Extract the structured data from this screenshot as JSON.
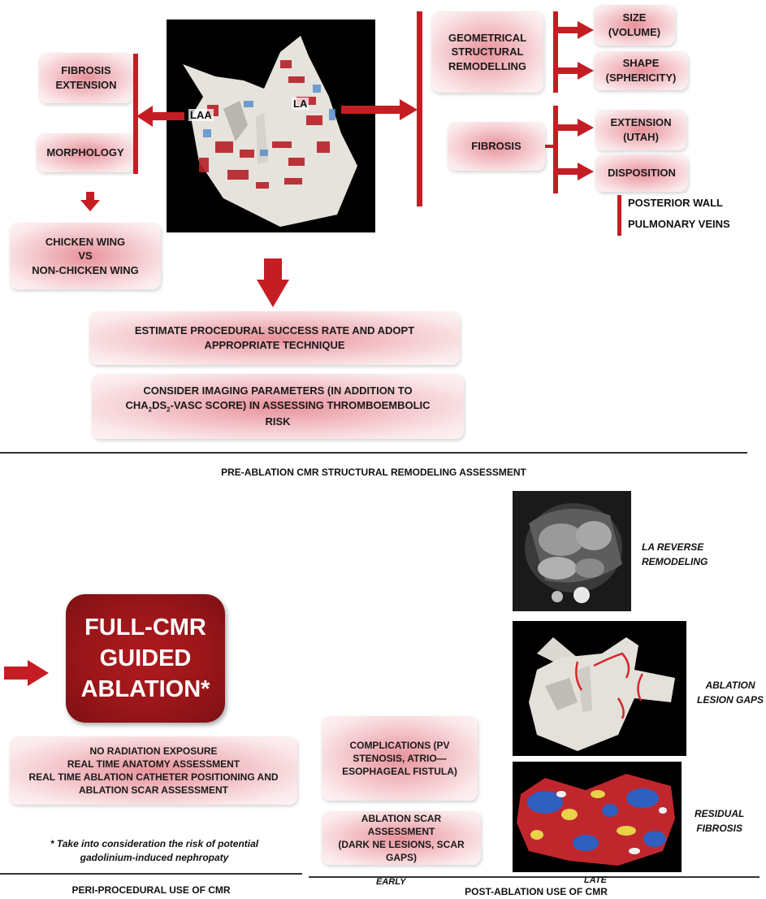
{
  "pre": {
    "laa_label": "LAA",
    "la_label": "LA",
    "fibrosis_extension": "FIBROSIS EXTENSION",
    "morphology": "MORPHOLOGY",
    "chicken_wing": [
      "CHICKEN WING",
      "VS",
      "NON-CHICKEN WING"
    ],
    "geometrical": [
      "GEOMETRICAL",
      "STRUCTURAL",
      "REMODELLING"
    ],
    "size": [
      "SIZE",
      "(VOLUME)"
    ],
    "shape": [
      "SHAPE",
      "(SPHERICITY)"
    ],
    "fibrosis": "FIBROSIS",
    "extension": [
      "EXTENSION",
      "(UTAH)"
    ],
    "disposition": "DISPOSITION",
    "posterior_wall": "POSTERIOR WALL",
    "pulmonary_veins": "PULMONARY VEINS",
    "estimate": [
      "ESTIMATE PROCEDURAL SUCCESS RATE AND ADOPT",
      "APPROPRIATE TECHNIQUE"
    ],
    "consider_line1": "CONSIDER IMAGING PARAMETERS (IN ADDITION TO",
    "consider_cha": "CHA",
    "consider_sub2a": "2",
    "consider_ds": "DS",
    "consider_sub2b": "2",
    "consider_vasc": "-VASC SCORE) IN ASSESSING THROMBOEMBOLIC",
    "consider_line3": "RISK",
    "section_title": "PRE-ABLATION CMR STRUCTURAL  REMODELING ASSESSMENT"
  },
  "peri": {
    "full_cmr": [
      "FULL-CMR",
      "GUIDED",
      "ABLATION*"
    ],
    "benefits": [
      "NO RADIATION EXPOSURE",
      "REAL TIME ANATOMY ASSESSMENT",
      "REAL TIME ABLATION CATHETER POSITIONING AND",
      "ABLATION SCAR ASSESSMENT"
    ],
    "footnote": [
      "* Take into consideration the risk of potential",
      "gadolinium-induced nephropaty"
    ],
    "section_title": "PERI-PROCEDURAL  USE OF CMR"
  },
  "post": {
    "complications": [
      "COMPLICATIONS (PV",
      "STENOSIS, ATRIO—",
      "ESOPHAGEAL FISTULA)"
    ],
    "scar": [
      "ABLATION SCAR ASSESSMENT",
      "(DARK NE LESIONS, SCAR",
      "GAPS)"
    ],
    "la_reverse": [
      "LA REVERSE",
      "REMODELING"
    ],
    "lesion_gaps": [
      "ABLATION",
      "LESION GAPS"
    ],
    "residual": [
      "RESIDUAL",
      "FIBROSIS"
    ],
    "early": "EARLY",
    "late": "LATE",
    "section_title": "POST-ABLATION USE OF CMR"
  },
  "colors": {
    "accent_red": "#c41e24",
    "dark_red_box": "#8e1418",
    "image_bg": "#000000"
  }
}
